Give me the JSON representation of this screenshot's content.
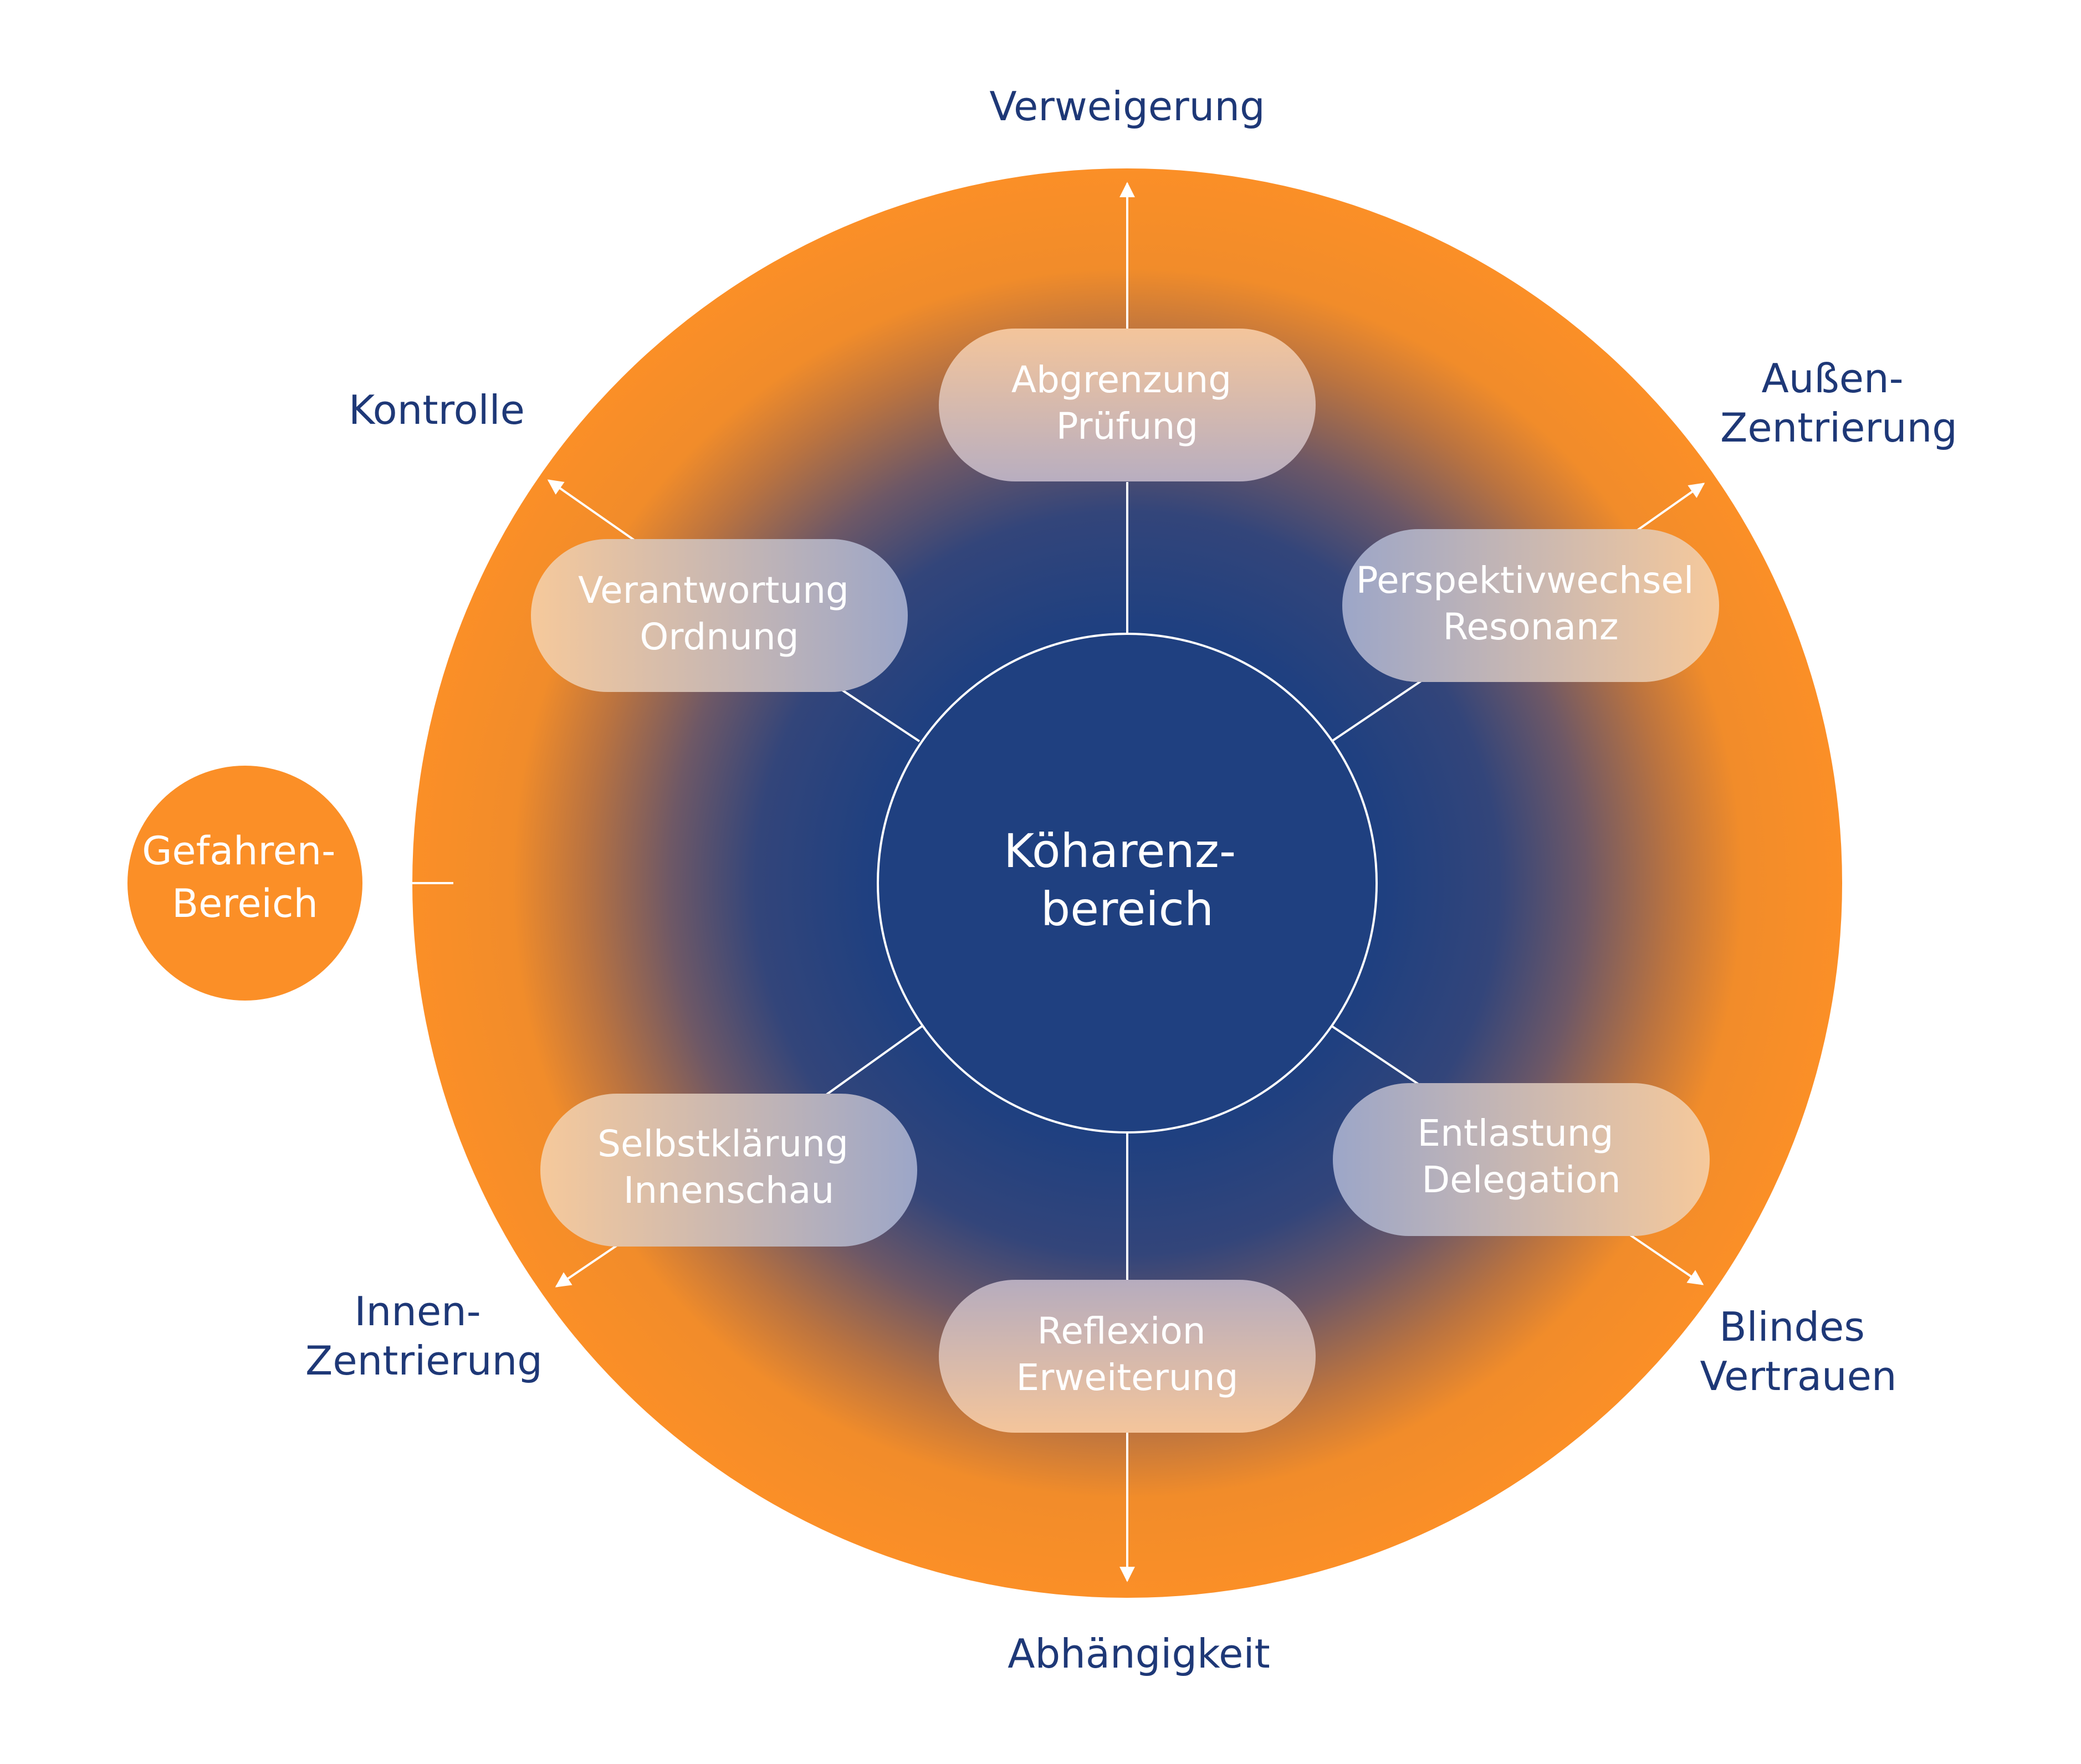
{
  "colors": {
    "orange": "#FB8F27",
    "navy": "#1F4080",
    "label": "#1E3877",
    "white": "#FFFFFF"
  },
  "center": {
    "line1": "Köharenz-",
    "line2": "bereich"
  },
  "danger": {
    "line1": "Gefahren-",
    "line2": "Bereich"
  },
  "pills": {
    "top": {
      "line1": "Abgrenzung",
      "line2": "Prüfung"
    },
    "top_right": {
      "line1": "Perspektivwechsel",
      "line2": "Resonanz"
    },
    "bottom_right": {
      "line1": "Entlastung",
      "line2": "Delegation"
    },
    "bottom": {
      "line1": "Reflexion",
      "line2": "Erweiterung"
    },
    "bottom_left": {
      "line1": "Selbstklärung",
      "line2": "Innenschau"
    },
    "top_left": {
      "line1": "Verantwortung",
      "line2": "Ordnung"
    }
  },
  "outer_labels": {
    "top": {
      "line1": "Verweigerung"
    },
    "top_right": {
      "line1": "Außen-",
      "line2": "Zentrierung"
    },
    "bottom_right": {
      "line1": "Blindes",
      "line2": "Vertrauen"
    },
    "bottom": {
      "line1": "Abhängigkeit"
    },
    "bottom_left": {
      "line1": "Innen-",
      "line2": "Zentrierung"
    },
    "top_left": {
      "line1": "Kontrolle"
    }
  }
}
